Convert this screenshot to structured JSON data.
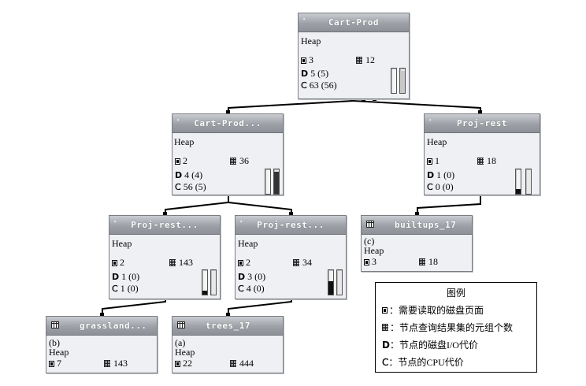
{
  "nodes": {
    "cart_prod_root": {
      "title": "Cart-Prod",
      "type": "Heap",
      "pages": "3",
      "tuples": "12",
      "disk": "5 (5)",
      "cpu": "63 (56)",
      "bar1_fill": 0,
      "bar2_fill": 0.9
    },
    "cart_prod_child": {
      "title": "Cart-Prod...",
      "type": "Heap",
      "pages": "2",
      "tuples": "36",
      "disk": "4 (4)",
      "cpu": "56 (5)",
      "bar1_fill": 0,
      "bar2_fill": 0.9
    },
    "proj_rest_right": {
      "title": "Proj-rest",
      "type": "Heap",
      "pages": "1",
      "tuples": "18",
      "disk": "1 (0)",
      "cpu": "0 (0)",
      "bar1_fill": 0.2,
      "bar2_fill": 0
    },
    "proj_rest_a": {
      "title": "Proj-rest...",
      "type": "Heap",
      "pages": "2",
      "tuples": "143",
      "disk": "1 (0)",
      "cpu": "1 (0)",
      "bar1_fill": 0.15,
      "bar2_fill": 0
    },
    "proj_rest_b": {
      "title": "Proj-rest...",
      "type": "Heap",
      "pages": "2",
      "tuples": "34",
      "disk": "3 (0)",
      "cpu": "4 (0)",
      "bar1_fill": 0.55,
      "bar2_fill": 0
    },
    "builtups": {
      "title": "builtups_17",
      "tag": "(c)",
      "type": "Heap",
      "pages": "3",
      "tuples": "18"
    },
    "grassland": {
      "title": "grassland...",
      "tag": "(b)",
      "type": "Heap",
      "pages": "7",
      "tuples": "143"
    },
    "trees": {
      "title": "trees_17",
      "tag": "(a)",
      "type": "Heap",
      "pages": "22",
      "tuples": "444"
    }
  },
  "legend": {
    "title": "图例",
    "pages_desc": "：需要读取的磁盘页面",
    "tuples_desc": "：节点查询结果集的元组个数",
    "disk_desc": "：节点的磁盘I/O代价",
    "cpu_desc": "：节点的CPU代价",
    "disk_symbol": "D",
    "cpu_symbol": "C"
  }
}
